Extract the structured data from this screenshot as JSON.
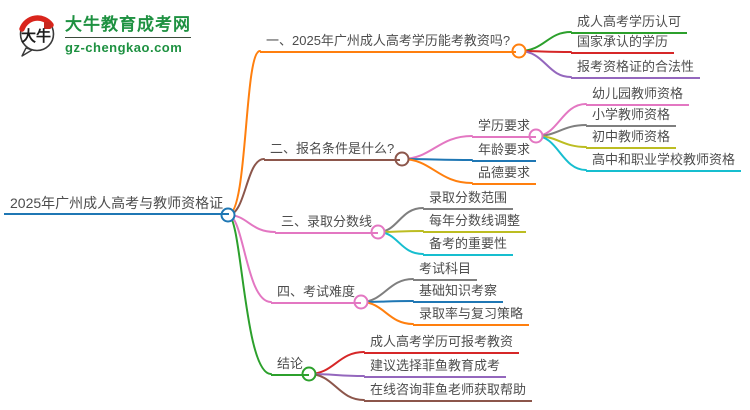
{
  "brand": {
    "name": "大牛教育成考网",
    "domain": "gz-chengkao.com",
    "icon_text": "大牛",
    "green": "#1e9141",
    "red": "#d9251c"
  },
  "palette": {
    "blue": "#1f77b4",
    "orange": "#ff7f0e",
    "green": "#2ca02c",
    "red": "#d62728",
    "purple": "#9467bd",
    "brown": "#8c564b",
    "pink": "#e377c2",
    "gray": "#7f7f7f",
    "olive": "#bcbd22",
    "cyan": "#17becf"
  },
  "mindmap": {
    "root": {
      "label": "2025年广州成人高考与教师资格证",
      "color": "#1f77b4"
    },
    "branches": [
      {
        "label": "一、2025年广州成人高考学历能考教资吗?",
        "color": "#ff7f0e",
        "children": [
          {
            "label": "成人高考学历认可",
            "color": "#2ca02c"
          },
          {
            "label": "国家承认的学历",
            "color": "#d62728"
          },
          {
            "label": "报考资格证的合法性",
            "color": "#9467bd"
          }
        ]
      },
      {
        "label": "二、报名条件是什么?",
        "color": "#8c564b",
        "children": [
          {
            "label": "学历要求",
            "color": "#e377c2",
            "children": [
              {
                "label": "幼儿园教师资格",
                "color": "#e377c2"
              },
              {
                "label": "小学教师资格",
                "color": "#7f7f7f"
              },
              {
                "label": "初中教师资格",
                "color": "#bcbd22"
              },
              {
                "label": "高中和职业学校教师资格",
                "color": "#17becf"
              }
            ]
          },
          {
            "label": "年龄要求",
            "color": "#1f77b4"
          },
          {
            "label": "品德要求",
            "color": "#ff7f0e"
          }
        ]
      },
      {
        "label": "三、录取分数线",
        "color": "#e377c2",
        "children": [
          {
            "label": "录取分数范围",
            "color": "#7f7f7f"
          },
          {
            "label": "每年分数线调整",
            "color": "#bcbd22"
          },
          {
            "label": "备考的重要性",
            "color": "#17becf"
          }
        ]
      },
      {
        "label": "四、考试难度",
        "color": "#e377c2",
        "children": [
          {
            "label": "考试科目",
            "color": "#7f7f7f"
          },
          {
            "label": "基础知识考察",
            "color": "#1f77b4"
          },
          {
            "label": "录取率与复习策略",
            "color": "#ff7f0e"
          }
        ]
      },
      {
        "label": "结论",
        "color": "#2ca02c",
        "children": [
          {
            "label": "成人高考学历可报考教资",
            "color": "#d62728"
          },
          {
            "label": "建议选择菲鱼教育成考",
            "color": "#9467bd"
          },
          {
            "label": "在线咨询菲鱼老师获取帮助",
            "color": "#8c564b"
          }
        ]
      }
    ]
  }
}
